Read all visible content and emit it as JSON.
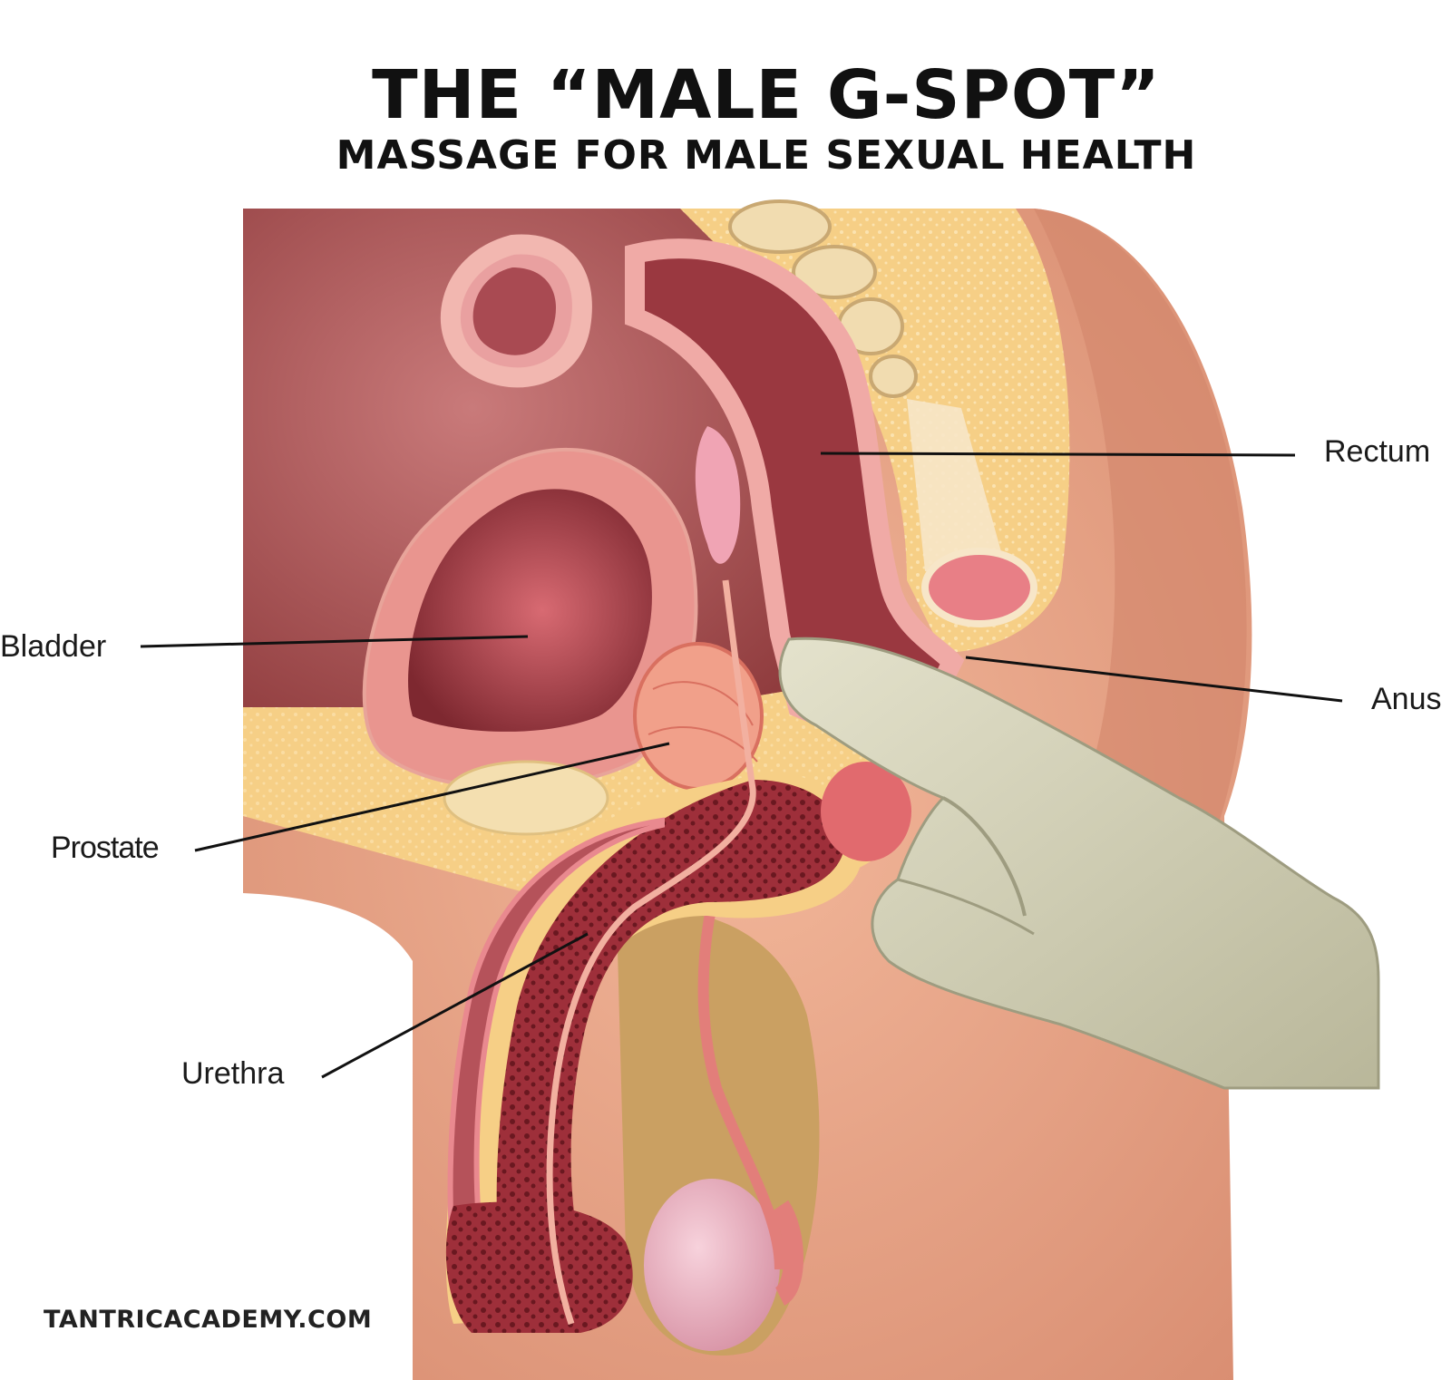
{
  "header": {
    "title": "THE “MALE G-SPOT”",
    "subtitle": "MASSAGE FOR MALE SEXUAL HEALTH"
  },
  "labels": {
    "rectum": "Rectum",
    "bladder": "Bladder",
    "anus": "Anus",
    "prostate": "Prostate",
    "urethra": "Urethra"
  },
  "footer": {
    "website": "TANTRICACADEMY.COM"
  },
  "colors": {
    "skin": "#e8a88a",
    "tissue": "#a8484c",
    "fat": "#f6cf86",
    "glove": "#d8d6bc"
  }
}
